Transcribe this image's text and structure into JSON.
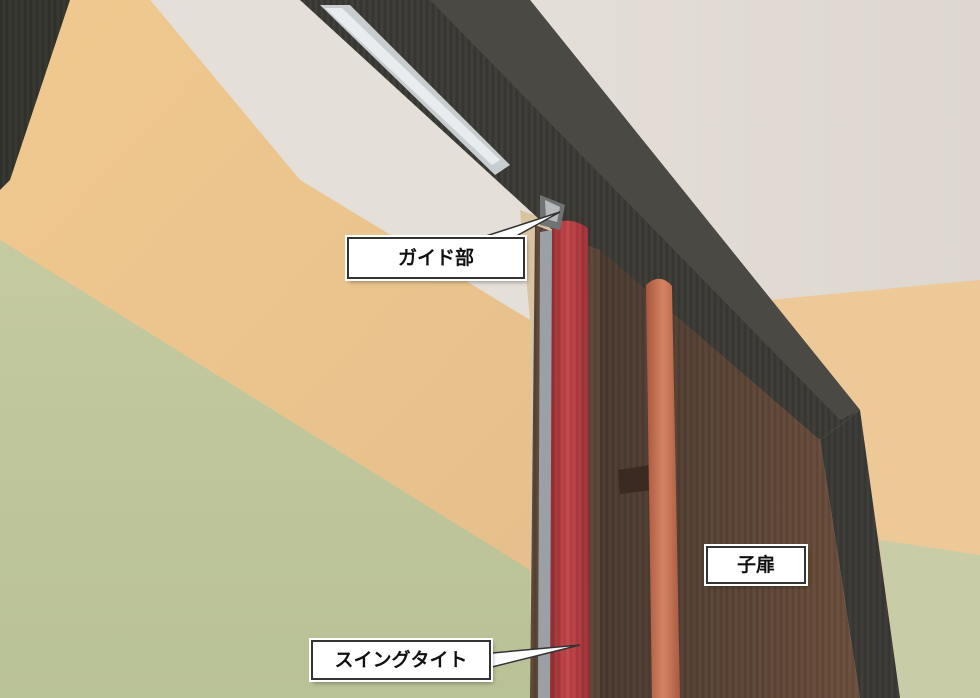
{
  "photo": {
    "labels": {
      "guide": "ガイド部",
      "child_door": "子扉",
      "swing_tight": "スイングタイト"
    },
    "colors": {
      "upper_wall": "#ebc58f",
      "lower_wall": "#bfc69a",
      "ceiling": "#e8e3dc",
      "frame": "#3a3a36",
      "door_panel": "#5e4434",
      "red_edge": "#b73a3a",
      "wood_bar": "#c4704c",
      "callout_fill": "#ffffff",
      "callout_border": "#333333"
    }
  }
}
